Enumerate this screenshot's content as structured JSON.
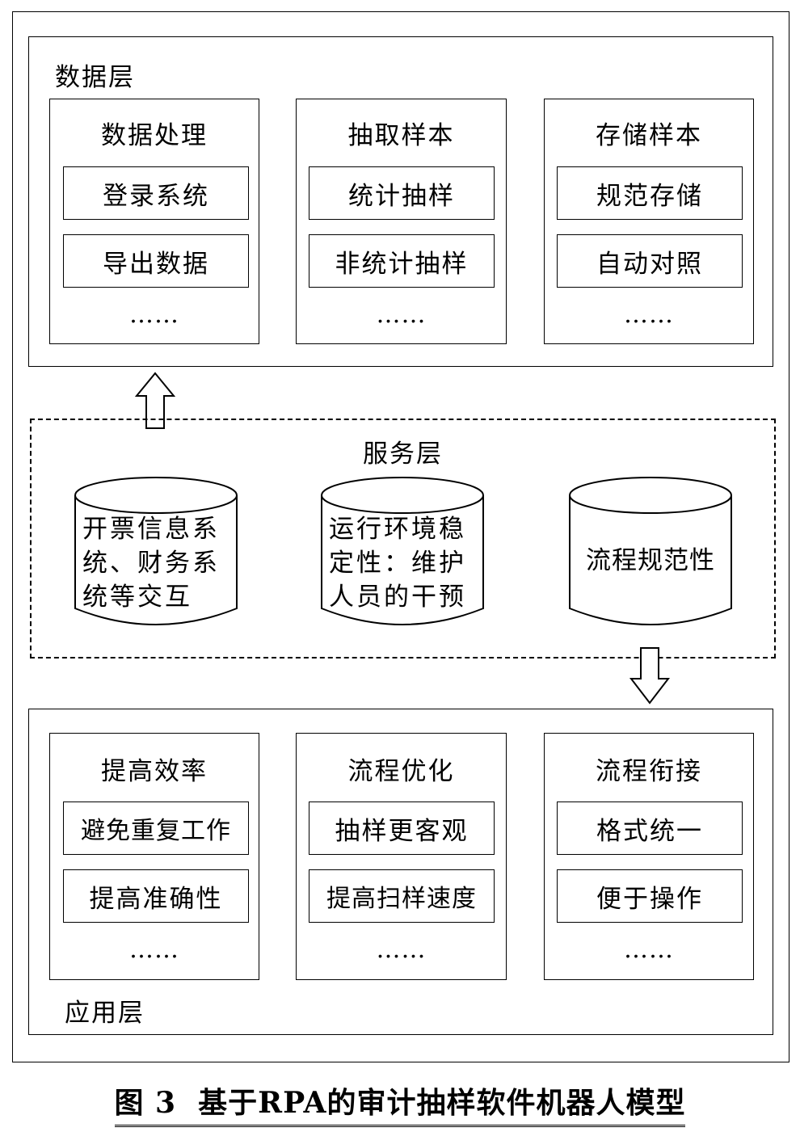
{
  "caption": "图 3  基于RPA的审计抽样软件机器人模型",
  "data_layer": {
    "name": "数据层",
    "panels": [
      {
        "title": "数据处理",
        "items": [
          "登录系统",
          "导出数据"
        ],
        "more": "……"
      },
      {
        "title": "抽取样本",
        "items": [
          "统计抽样",
          "非统计抽样"
        ],
        "more": "……"
      },
      {
        "title": "存储样本",
        "items": [
          "规范存储",
          "自动对照"
        ],
        "more": "……"
      }
    ]
  },
  "service_layer": {
    "name": "服务层",
    "cylinders": [
      {
        "lines": [
          "开票信息系",
          "统、财务系",
          "统等交互"
        ]
      },
      {
        "lines": [
          "运行环境稳",
          "定性：维护",
          "人员的干预"
        ]
      },
      {
        "lines": [
          "流程规范性"
        ]
      }
    ]
  },
  "app_layer": {
    "name": "应用层",
    "panels": [
      {
        "title": "提高效率",
        "items": [
          "避免重复工作",
          "提高准确性"
        ],
        "more": "……"
      },
      {
        "title": "流程优化",
        "items": [
          "抽样更客观",
          "提高扫样速度"
        ],
        "more": "……"
      },
      {
        "title": "流程衔接",
        "items": [
          "格式统一",
          "便于操作"
        ],
        "more": "……"
      }
    ]
  }
}
